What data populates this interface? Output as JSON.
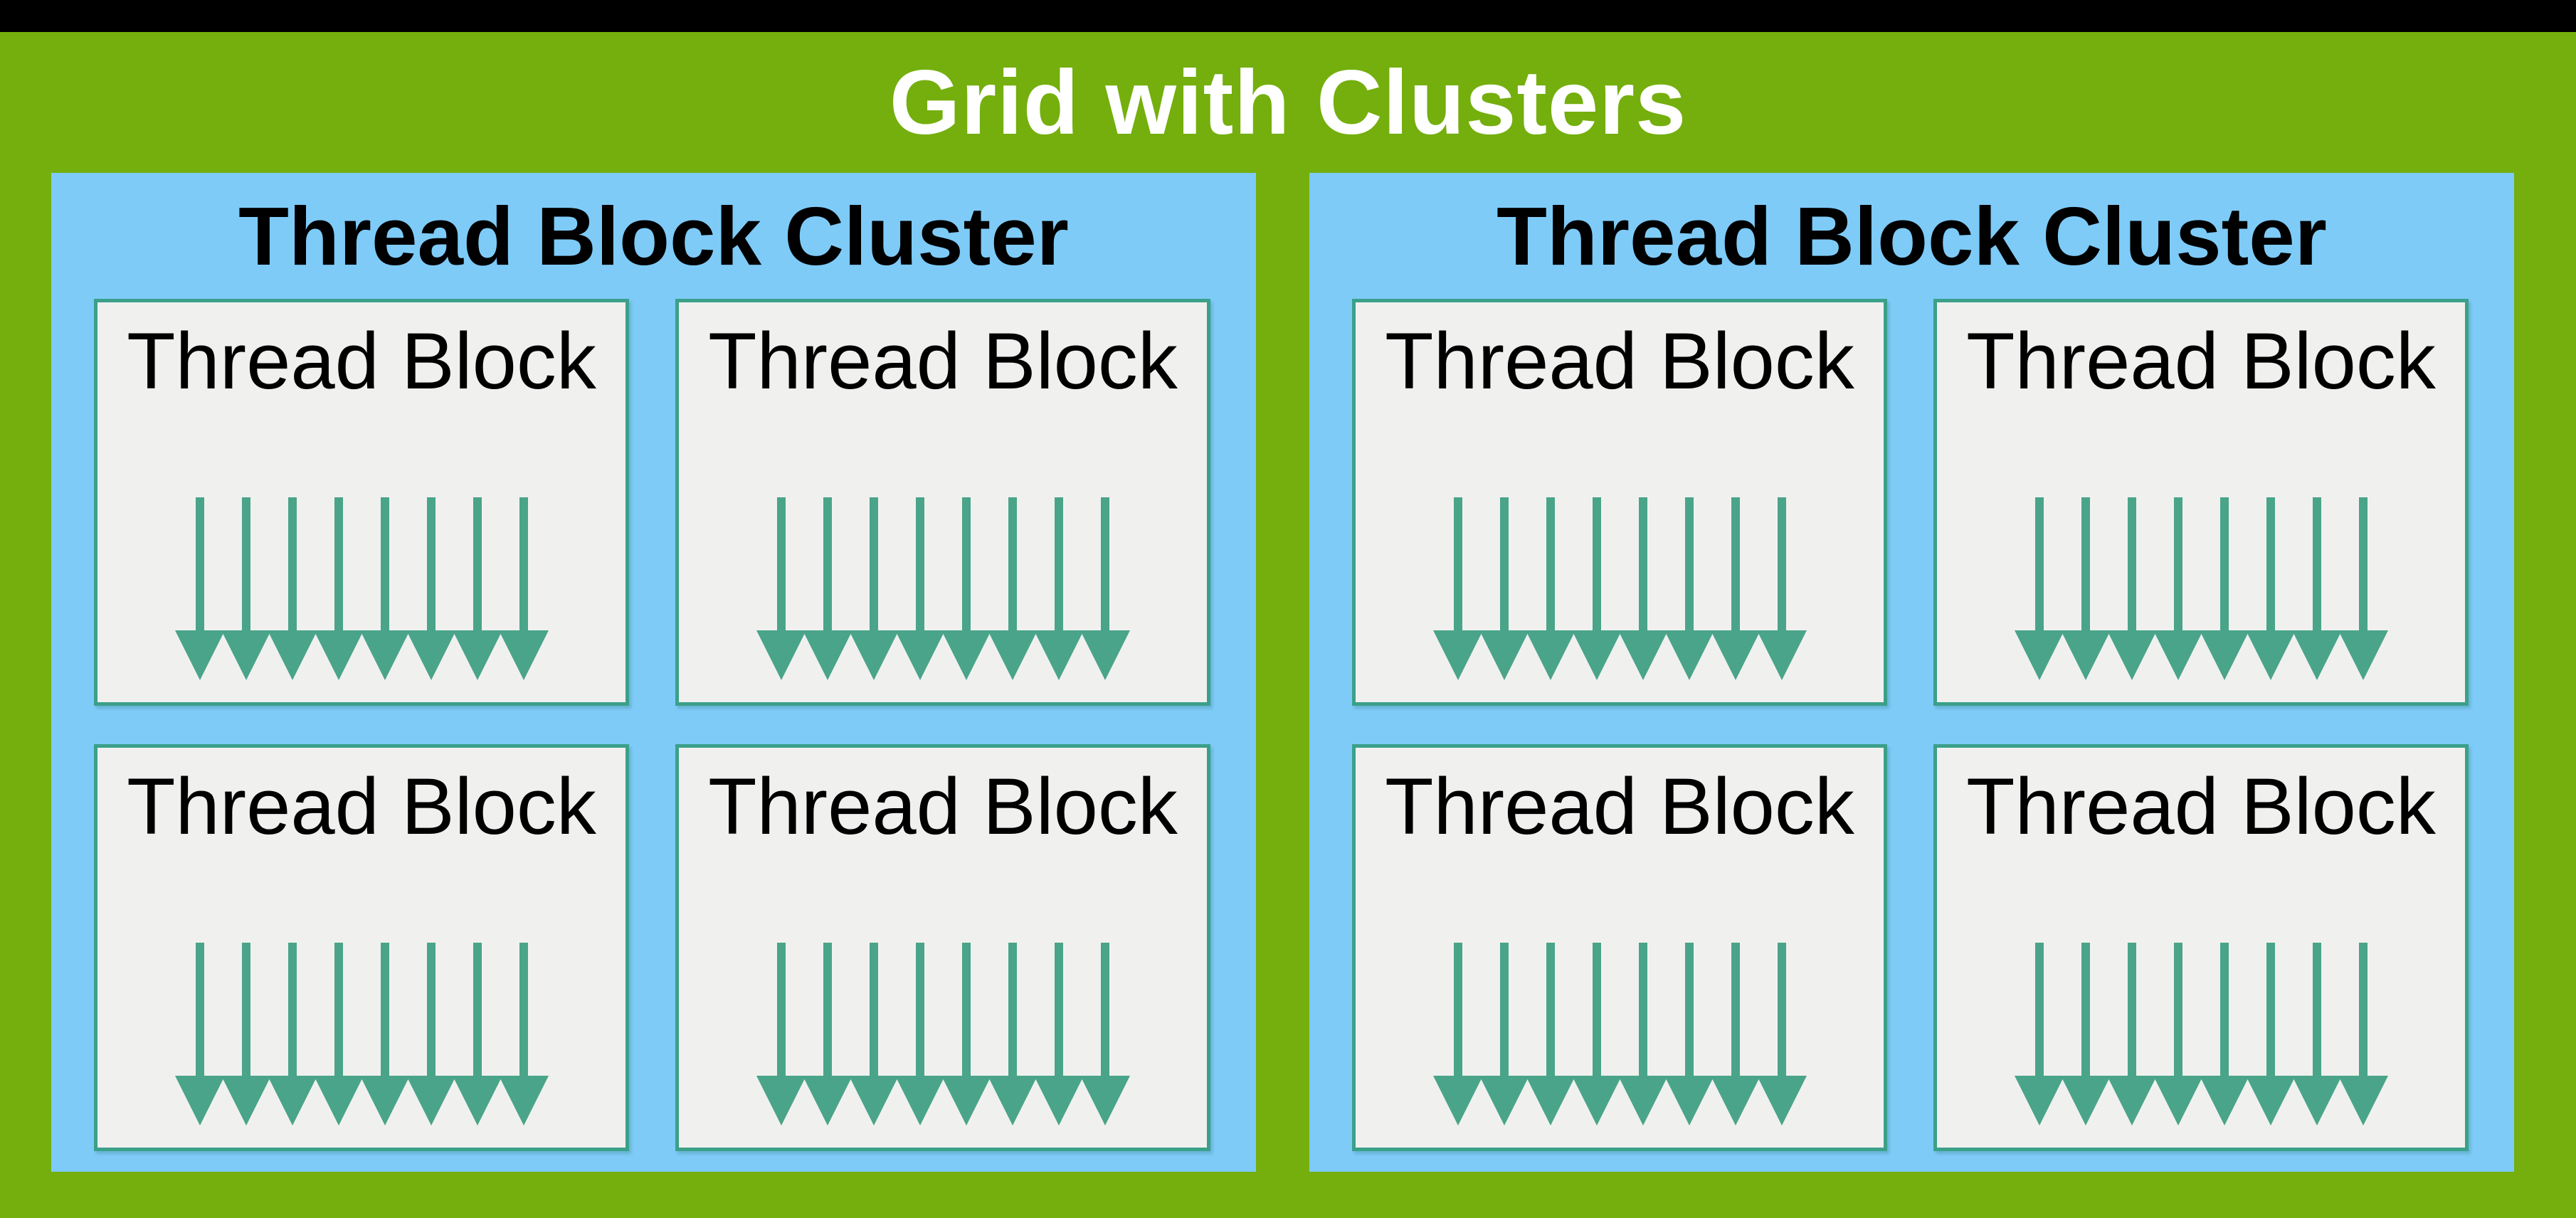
{
  "title": "Grid with Clusters",
  "threads_per_block": 8,
  "colors": {
    "page-green": "#74AF0D",
    "cluster-blue": "#7ECBF8",
    "block-bg": "#F0F1EF",
    "block-border": "#3BA089",
    "arrow": "#4AA489",
    "topbar": "#000000",
    "title-text": "#FFFFFF",
    "label-text": "#000000"
  },
  "clusters": [
    {
      "label": "Thread Block Cluster",
      "blocks": [
        {
          "label": "Thread Block"
        },
        {
          "label": "Thread Block"
        },
        {
          "label": "Thread Block"
        },
        {
          "label": "Thread Block"
        }
      ]
    },
    {
      "label": "Thread Block Cluster",
      "blocks": [
        {
          "label": "Thread Block"
        },
        {
          "label": "Thread Block"
        },
        {
          "label": "Thread Block"
        },
        {
          "label": "Thread Block"
        }
      ]
    }
  ]
}
